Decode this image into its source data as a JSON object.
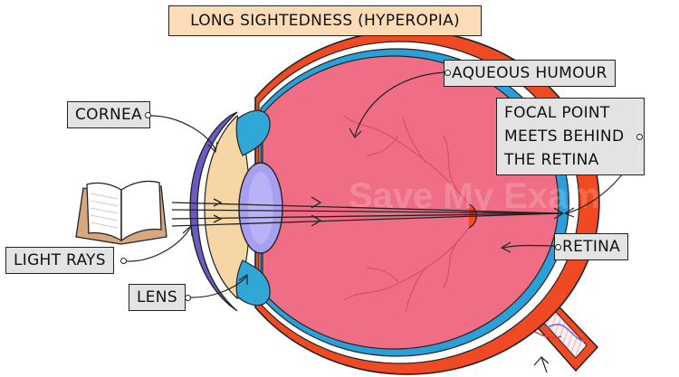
{
  "title": "LONG SIGHTEDNESS (HYPEROPIA)",
  "labels": {
    "aqueous_humour": "AQUEOUS HUMOUR",
    "cornea": "CORNEA",
    "focal_point": [
      "FOCAL POINT",
      "MEETS BEHIND",
      "THE RETINA"
    ],
    "light_rays": "LIGHT RAYS",
    "retina": "RETINA",
    "lens": "LENS"
  },
  "watermark": "Save My Exams",
  "colors": {
    "title_bg": "#fbdcb6",
    "label_bg": "#e3e3e3",
    "sclera": "#ef4a23",
    "choroid": "#2b9fd8",
    "vitreous": "#ef6e86",
    "lens": "#a79ff0",
    "iris": "#31a7d8",
    "cornea_outer": "#6a5bc4",
    "aqueous": "#f7d6a6"
  }
}
